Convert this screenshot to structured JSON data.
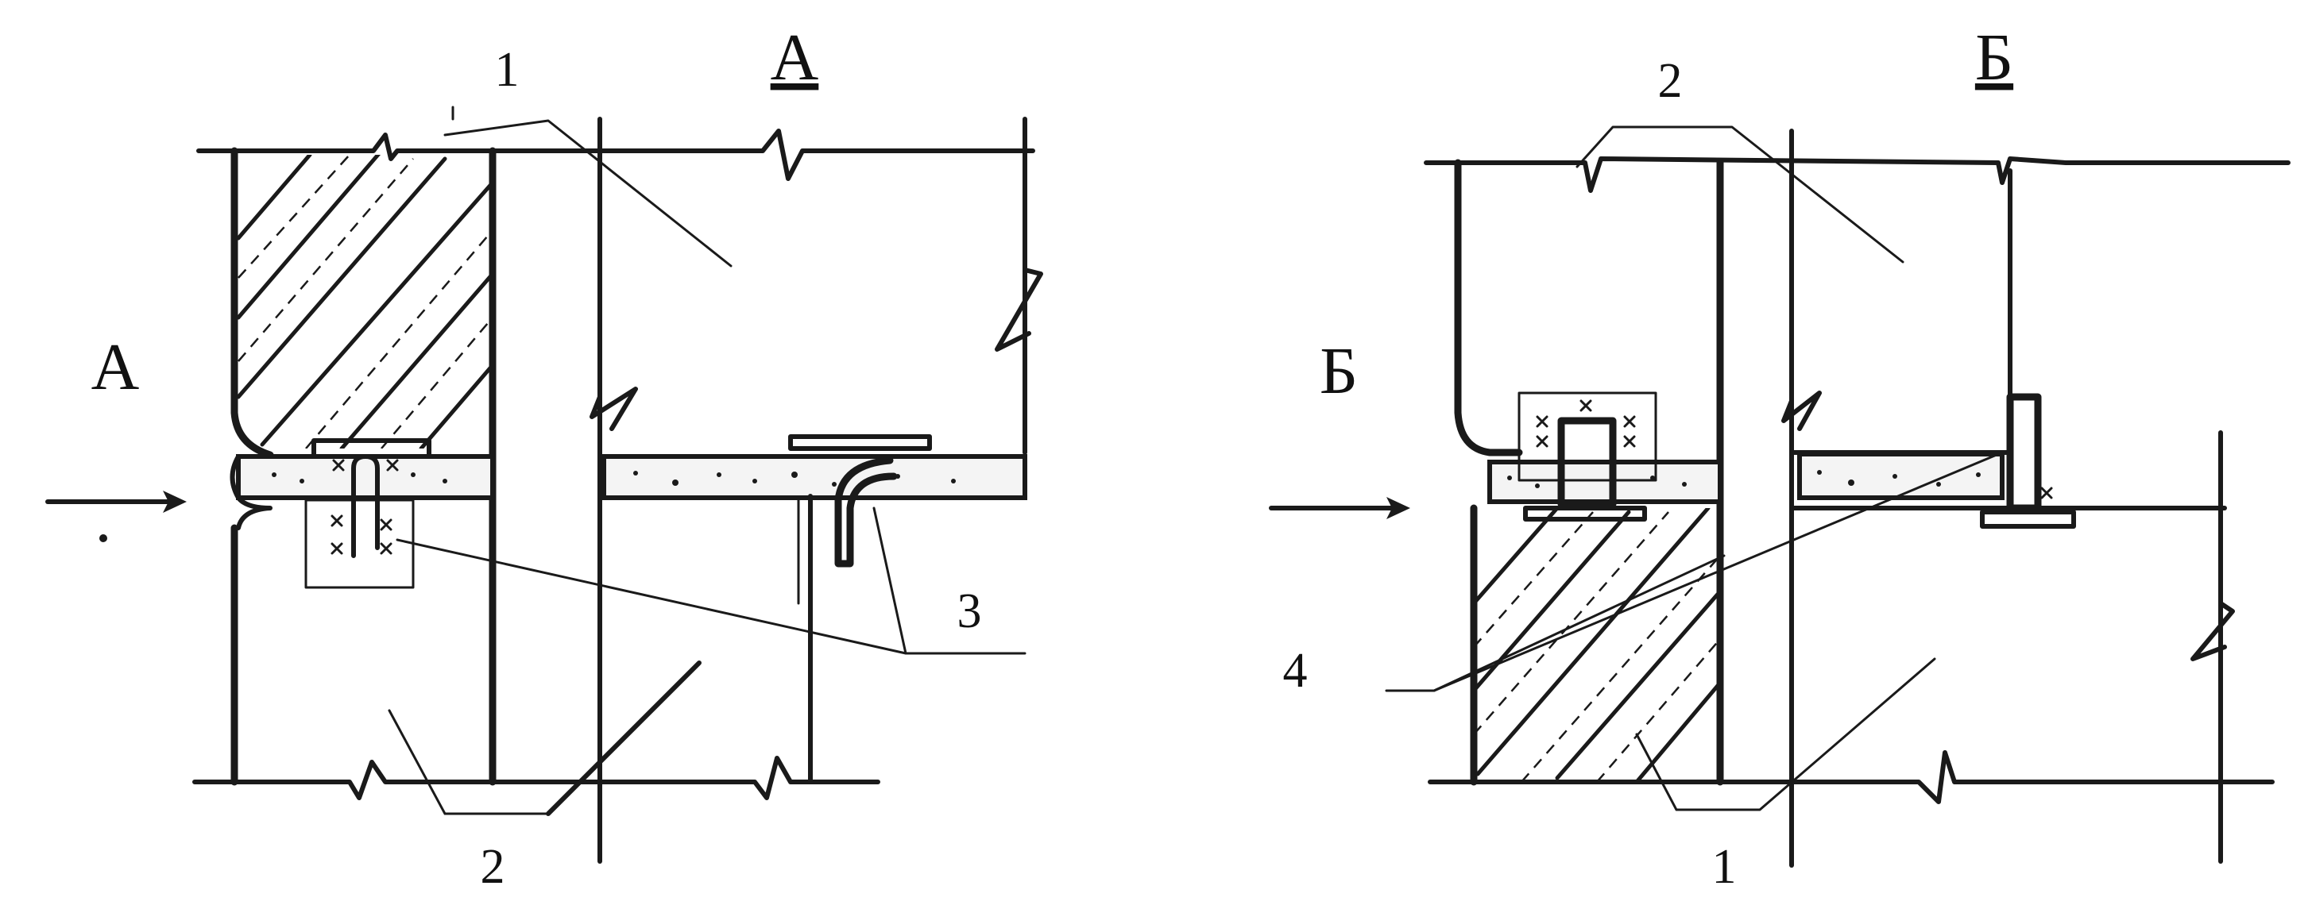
{
  "figure": {
    "left": {
      "section_title": "А",
      "view_mark": "А",
      "callouts": [
        "1",
        "2",
        "3"
      ]
    },
    "right": {
      "section_title": "Б",
      "view_mark": "Б",
      "callouts": [
        "2",
        "4",
        "1"
      ]
    }
  },
  "colors": {
    "ink": "#1a1a1a",
    "paper": "#ffffff"
  }
}
